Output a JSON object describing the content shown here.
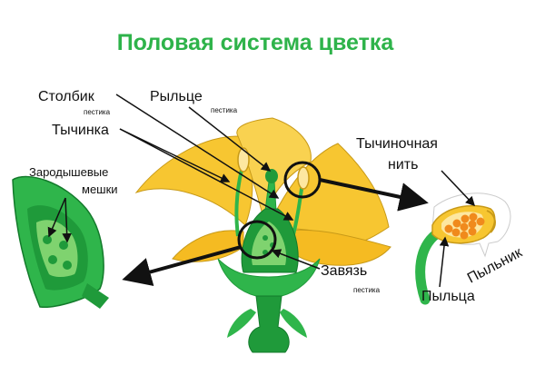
{
  "title": "Половая система цветка",
  "labels": {
    "stolbik": "Столбик",
    "stolbik_sub": "пестика",
    "rylce": "Рыльце",
    "rylce_sub": "пестика",
    "tychinka": "Тычинка",
    "tychinochnaya_line1": "Тычиночная",
    "tychinochnaya_line2": "нить",
    "zarodyshevye_line1": "Зародышевые",
    "zarodyshevye_line2": "мешки",
    "zavyaz": "Завязь",
    "zavyaz_sub": "пестика",
    "pylnik": "Пыльник",
    "pylca": "Пыльца"
  },
  "colors": {
    "title": "#2eb34a",
    "petal": "#f7c631",
    "petal_light": "#fde7a0",
    "green_dark": "#1f9a3a",
    "green": "#2fb54b",
    "green_light": "#7fd36f",
    "pollen": "#f08a1c",
    "arrow": "#111111"
  }
}
